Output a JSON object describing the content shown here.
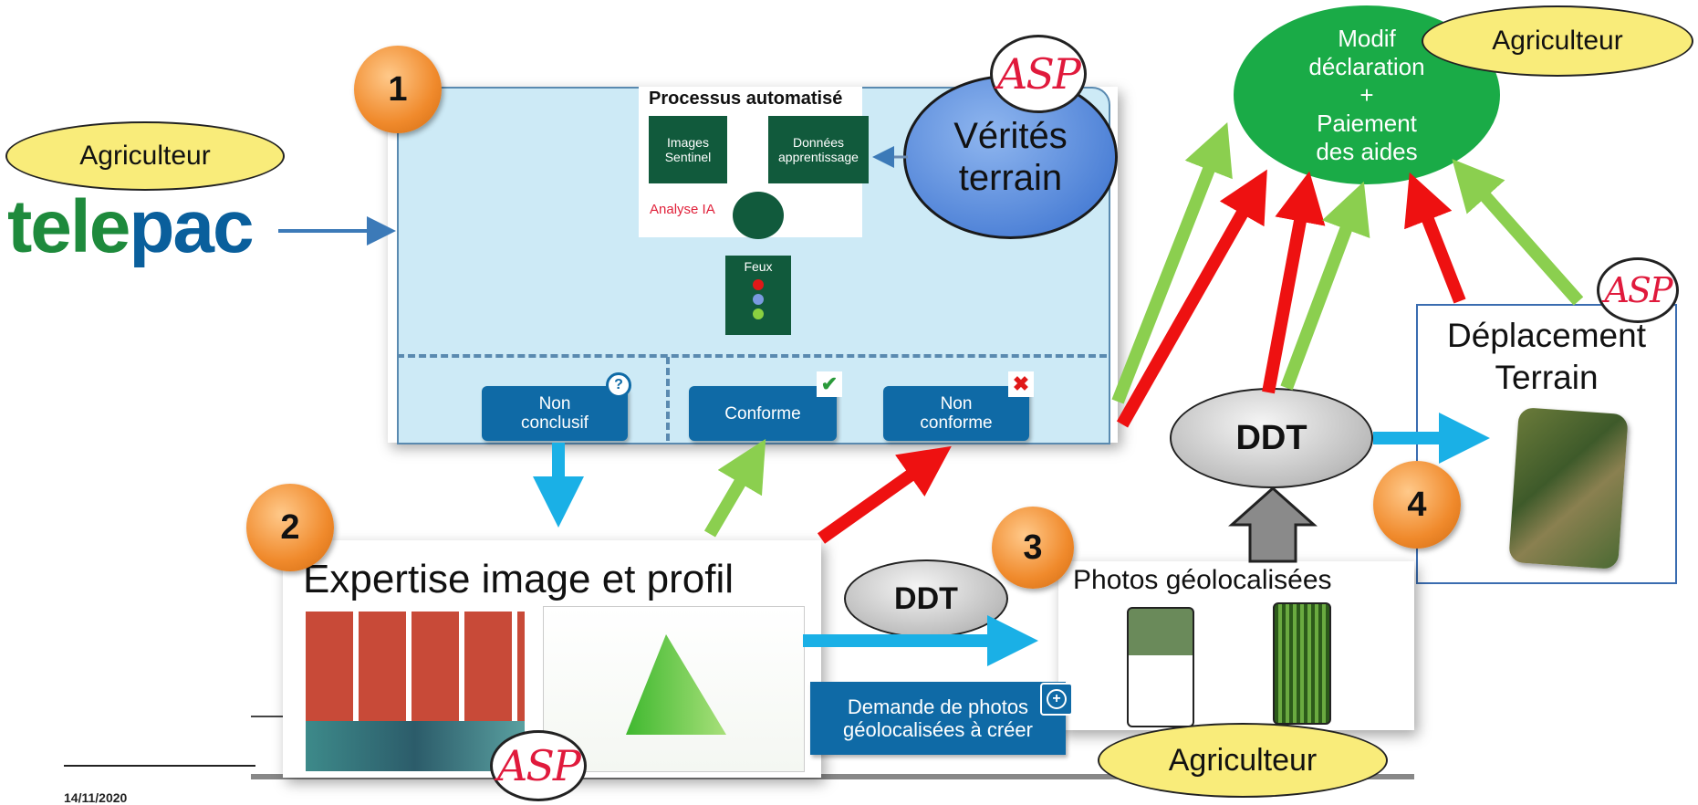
{
  "agriculteur_label": "Agriculteur",
  "telepac": {
    "part1": "tele",
    "part2": "pac",
    "color1": "#1e8a3c",
    "color2": "#0a5f9c"
  },
  "step_numbers": [
    "1",
    "2",
    "3",
    "4"
  ],
  "asp_logo": "ASP",
  "process": {
    "title": "Processus automatisé",
    "box_images": "Images\nSentinel",
    "box_data": "Données\napprentissage",
    "analysis": "Analyse IA",
    "lights_label": "Feux",
    "outcome_inconclusive": "Non\nconclusif",
    "outcome_compliant": "Conforme",
    "outcome_noncompliant": "Non\nconforme",
    "badge_question": "?",
    "badge_check": "✔",
    "badge_cross": "✖"
  },
  "verites": "Vérités\nterrain",
  "modif": "Modif\ndéclaration\n+\nPaiement\ndes aides",
  "ddt_label": "DDT",
  "deplacement": "Déplacement\nTerrain",
  "expertise_title": "Expertise image et profil",
  "photos_title": "Photos géolocalisées",
  "demande_photos": "Demande de photos\ngéolocalisées à créer",
  "date_footer": "14/11/2020",
  "colors": {
    "green_arrow": "#8bcf4f",
    "red_arrow": "#ee1111",
    "blue_arrow": "#1ab0e6",
    "process_bg": "#cdeaf6",
    "modif_green": "#1aab47"
  }
}
